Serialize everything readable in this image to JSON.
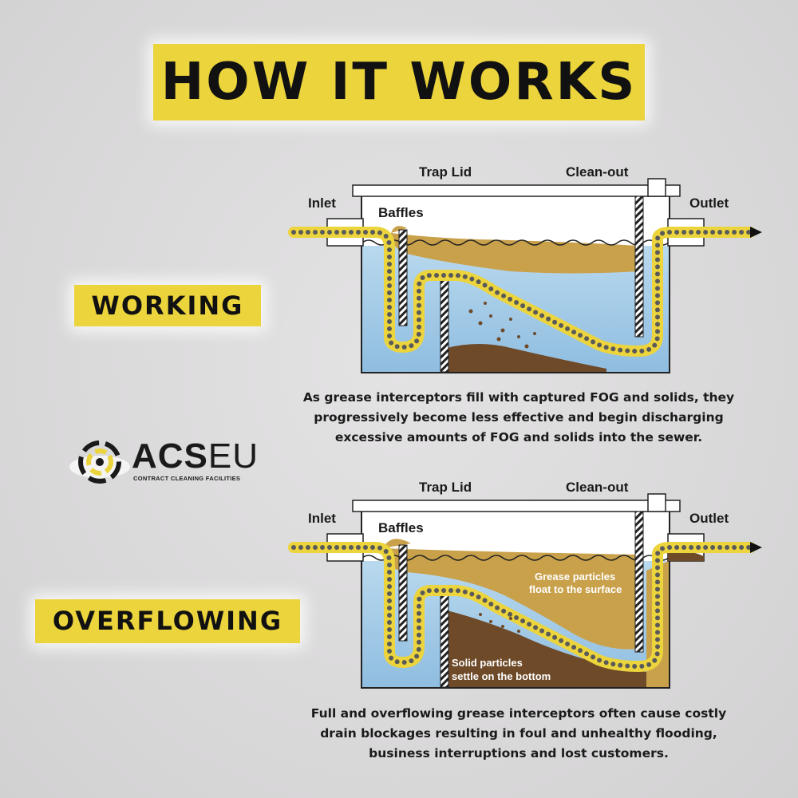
{
  "title": "HOW IT WORKS",
  "working": {
    "banner": "WORKING",
    "caption_lines": [
      "As grease interceptors fill with captured FOG and solids, they",
      "progressively become less effective and begin discharging",
      "excessive amounts of FOG and solids into the sewer."
    ]
  },
  "overflowing": {
    "banner": "OVERFLOWING",
    "caption_lines": [
      "Full and overflowing grease interceptors often cause costly",
      "drain blockages resulting in foul and unhealthy flooding,",
      "business interruptions and lost customers."
    ],
    "note_grease_line1": "Grease particles",
    "note_grease_line2": "float to the surface",
    "note_solid_line1": "Solid particles",
    "note_solid_line2": "settle on the bottom"
  },
  "labels": {
    "trap_lid": "Trap Lid",
    "clean_out": "Clean-out",
    "inlet": "Inlet",
    "outlet": "Outlet",
    "baffles": "Baffles"
  },
  "logo": {
    "brand_bold": "ACS",
    "brand_light": "EU",
    "tagline": "CONTRACT CLEANING FACILITIES"
  },
  "colors": {
    "banner": "#ecd43c",
    "water": "#9fc8e6",
    "grease": "#c9a14a",
    "sludge": "#6e4a28",
    "flow": "#ecd43c"
  }
}
